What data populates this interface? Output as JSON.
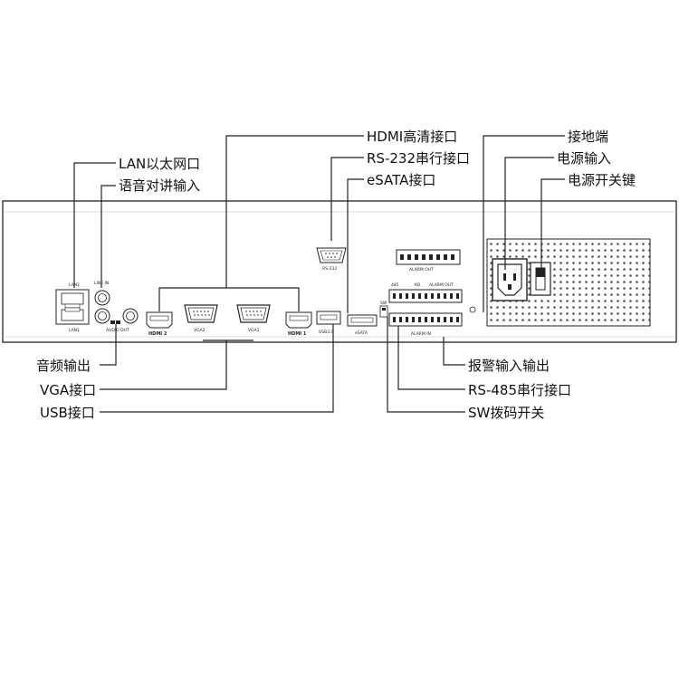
{
  "callouts": {
    "lan": "LAN以太网口",
    "intercom": "语音对讲输入",
    "hdmi": "HDMI高清接口",
    "rs232": "RS-232串行接口",
    "esata": "eSATA接口",
    "ground": "接地端",
    "power_in": "电源输入",
    "power_switch": "电源开关键",
    "audio_out": "音频输出",
    "vga": "VGA接口",
    "usb": "USB接口",
    "alarm_io": "报警输入输出",
    "rs485": "RS-485串行接口",
    "sw_dip": "SW拨码开关"
  },
  "panel_labels": {
    "lan2": "LAN2",
    "lan1": "LAN1",
    "line_in": "LINE IN",
    "audio_out": "AUDIO OUT",
    "hdmi2": "HDMI 2",
    "hdmi1": "HDMI 1",
    "vga2": "VGA2",
    "vga1": "VGA1",
    "rs232": "RS-232",
    "usb": "USB3.0",
    "esata": "eSATA",
    "alarm_out": "ALARM OUT",
    "alarm_in": "ALARM IN",
    "rs485": "485",
    "kb": "KB",
    "alarm_out_small": "ALARM OUT",
    "sw": "SW"
  }
}
